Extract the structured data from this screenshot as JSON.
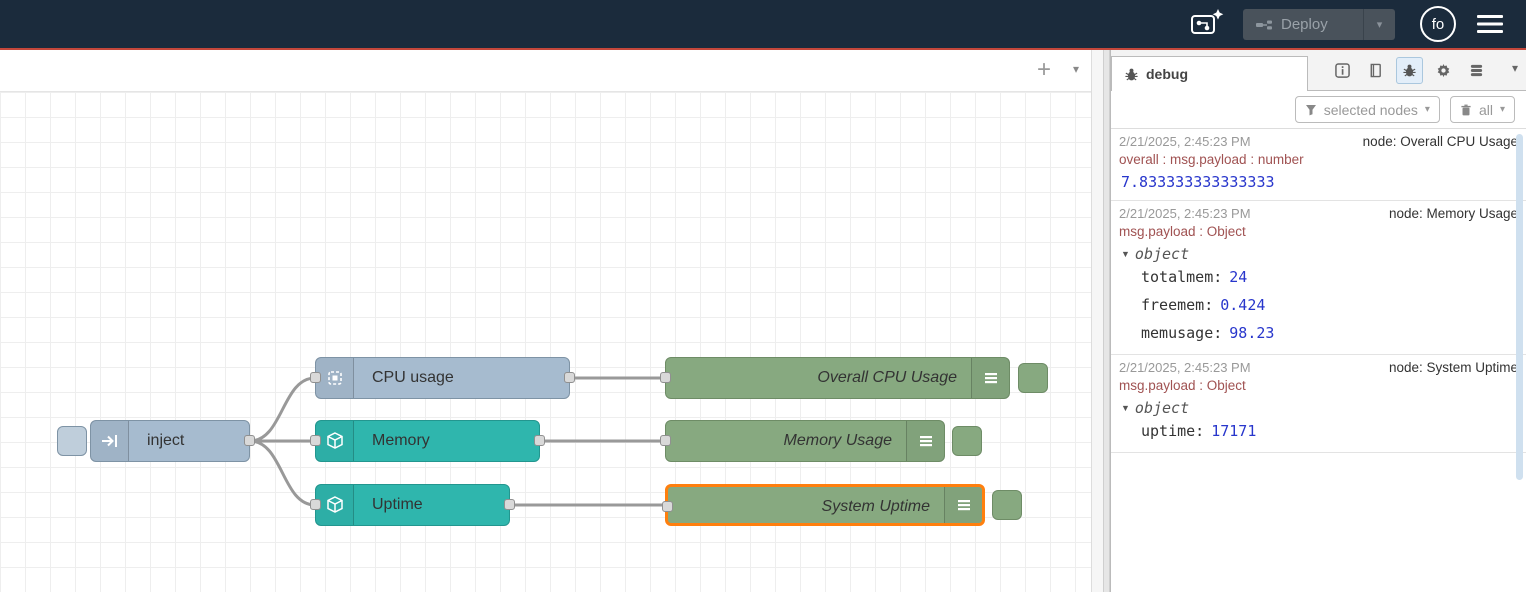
{
  "palette": {
    "header_bg": "#1b2b3c",
    "header_accent_line": "#c4473b",
    "node_inject": "#a6bbcf",
    "node_system": "#2fb6ad",
    "node_debug": "#87a980",
    "selection_orange": "#ff7f0e",
    "wire_gray": "#999999",
    "debug_meta_red": "#a05252",
    "debug_value_blue": "#2836cc"
  },
  "icons": {
    "chevron_down": "▾",
    "caret_down": "▼",
    "plus": "+"
  },
  "header": {
    "deploy_label": "Deploy",
    "avatar_text": "fo"
  },
  "flow": {
    "inject_label": "inject",
    "cpu_label": "CPU usage",
    "memory_label": "Memory",
    "uptime_label": "Uptime",
    "debug_cpu_label": "Overall CPU Usage",
    "debug_memory_label": "Memory Usage",
    "debug_uptime_label": "System Uptime"
  },
  "sidebar": {
    "tab_label": "debug",
    "filter_button": "selected nodes",
    "clear_button": "all",
    "messages": [
      {
        "timestamp": "2/21/2025, 2:45:23 PM",
        "source": "node: Overall CPU Usage",
        "meta": "overall : msg.payload : number",
        "value": "7.833333333333333"
      },
      {
        "timestamp": "2/21/2025, 2:45:23 PM",
        "source": "node: Memory Usage",
        "meta": "msg.payload : Object",
        "object_label": "object",
        "props": [
          {
            "key": "totalmem:",
            "value": "24"
          },
          {
            "key": "freemem:",
            "value": "0.424"
          },
          {
            "key": "memusage:",
            "value": "98.23"
          }
        ]
      },
      {
        "timestamp": "2/21/2025, 2:45:23 PM",
        "source": "node: System Uptime",
        "meta": "msg.payload : Object",
        "object_label": "object",
        "props": [
          {
            "key": "uptime:",
            "value": "17171"
          }
        ]
      }
    ]
  }
}
